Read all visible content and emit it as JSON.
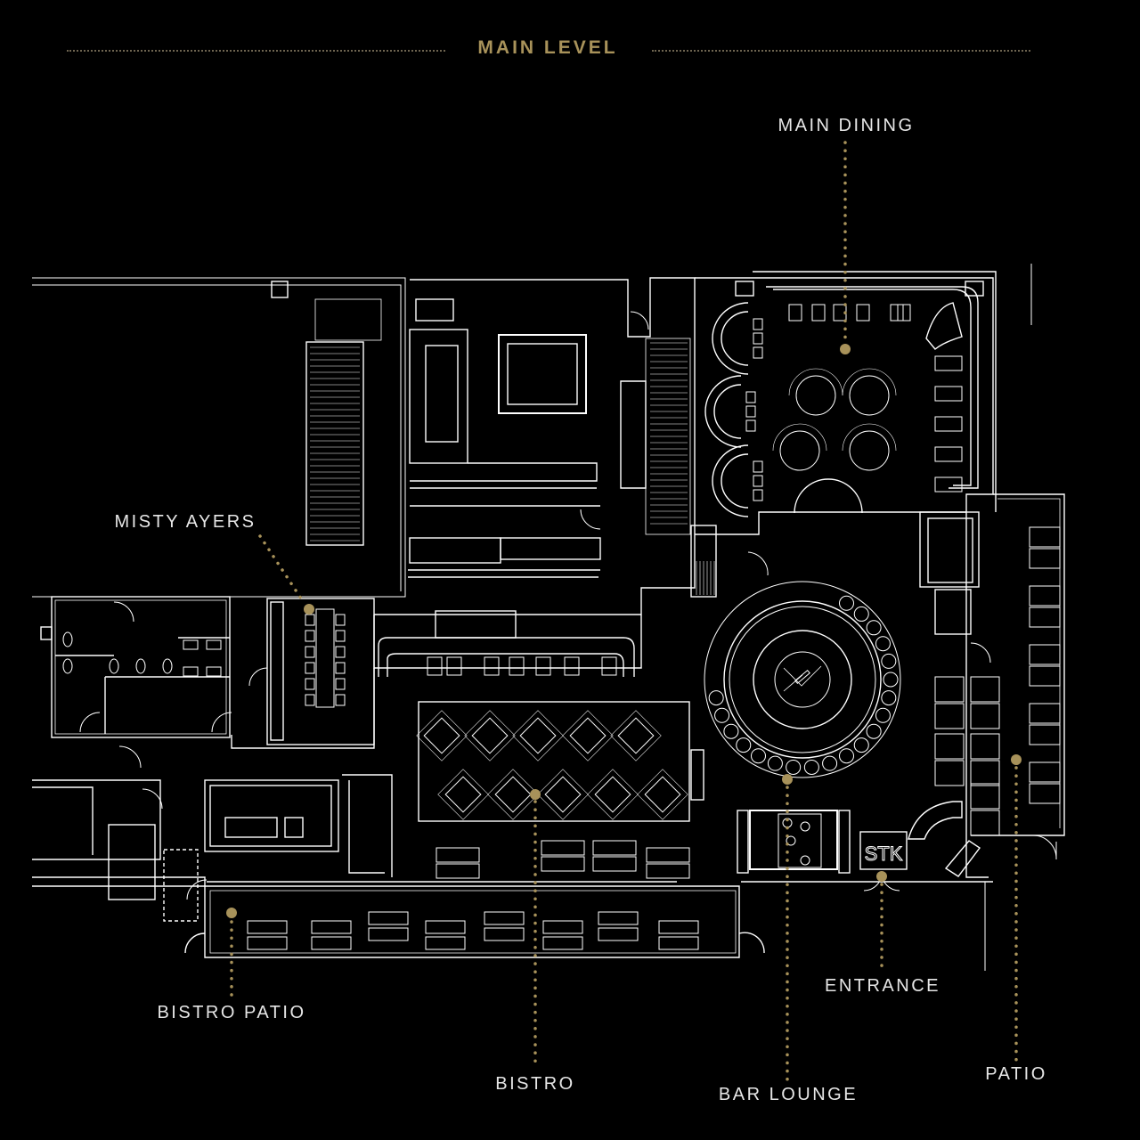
{
  "title": "MAIN LEVEL",
  "colors": {
    "accent": "#a8925a",
    "line": "#ffffff",
    "background": "#000000"
  },
  "logo_text": "STK",
  "areas": [
    {
      "id": "main-dining",
      "label": "MAIN DINING"
    },
    {
      "id": "misty-ayers",
      "label": "MISTY AYERS"
    },
    {
      "id": "bistro-patio",
      "label": "BISTRO PATIO"
    },
    {
      "id": "bistro",
      "label": "BISTRO"
    },
    {
      "id": "bar-lounge",
      "label": "BAR LOUNGE"
    },
    {
      "id": "entrance",
      "label": "ENTRANCE"
    },
    {
      "id": "patio",
      "label": "PATIO"
    }
  ]
}
